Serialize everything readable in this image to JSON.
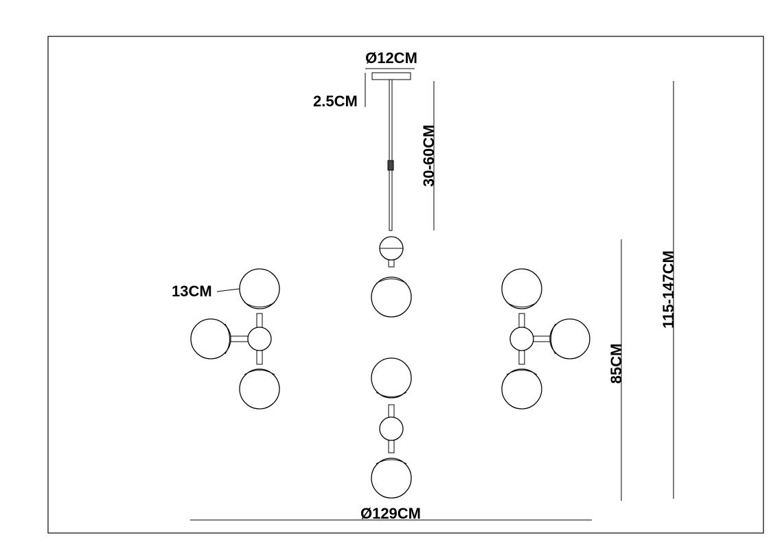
{
  "dimensions": {
    "canopy_diameter": "Ø12CM",
    "canopy_height": "2.5CM",
    "rod_length": "30-60CM",
    "globe_diameter": "13CM",
    "body_height": "85CM",
    "overall_height": "115-147CM",
    "overall_diameter": "Ø129CM"
  },
  "colors": {
    "line": "#000000",
    "background": "#ffffff"
  }
}
